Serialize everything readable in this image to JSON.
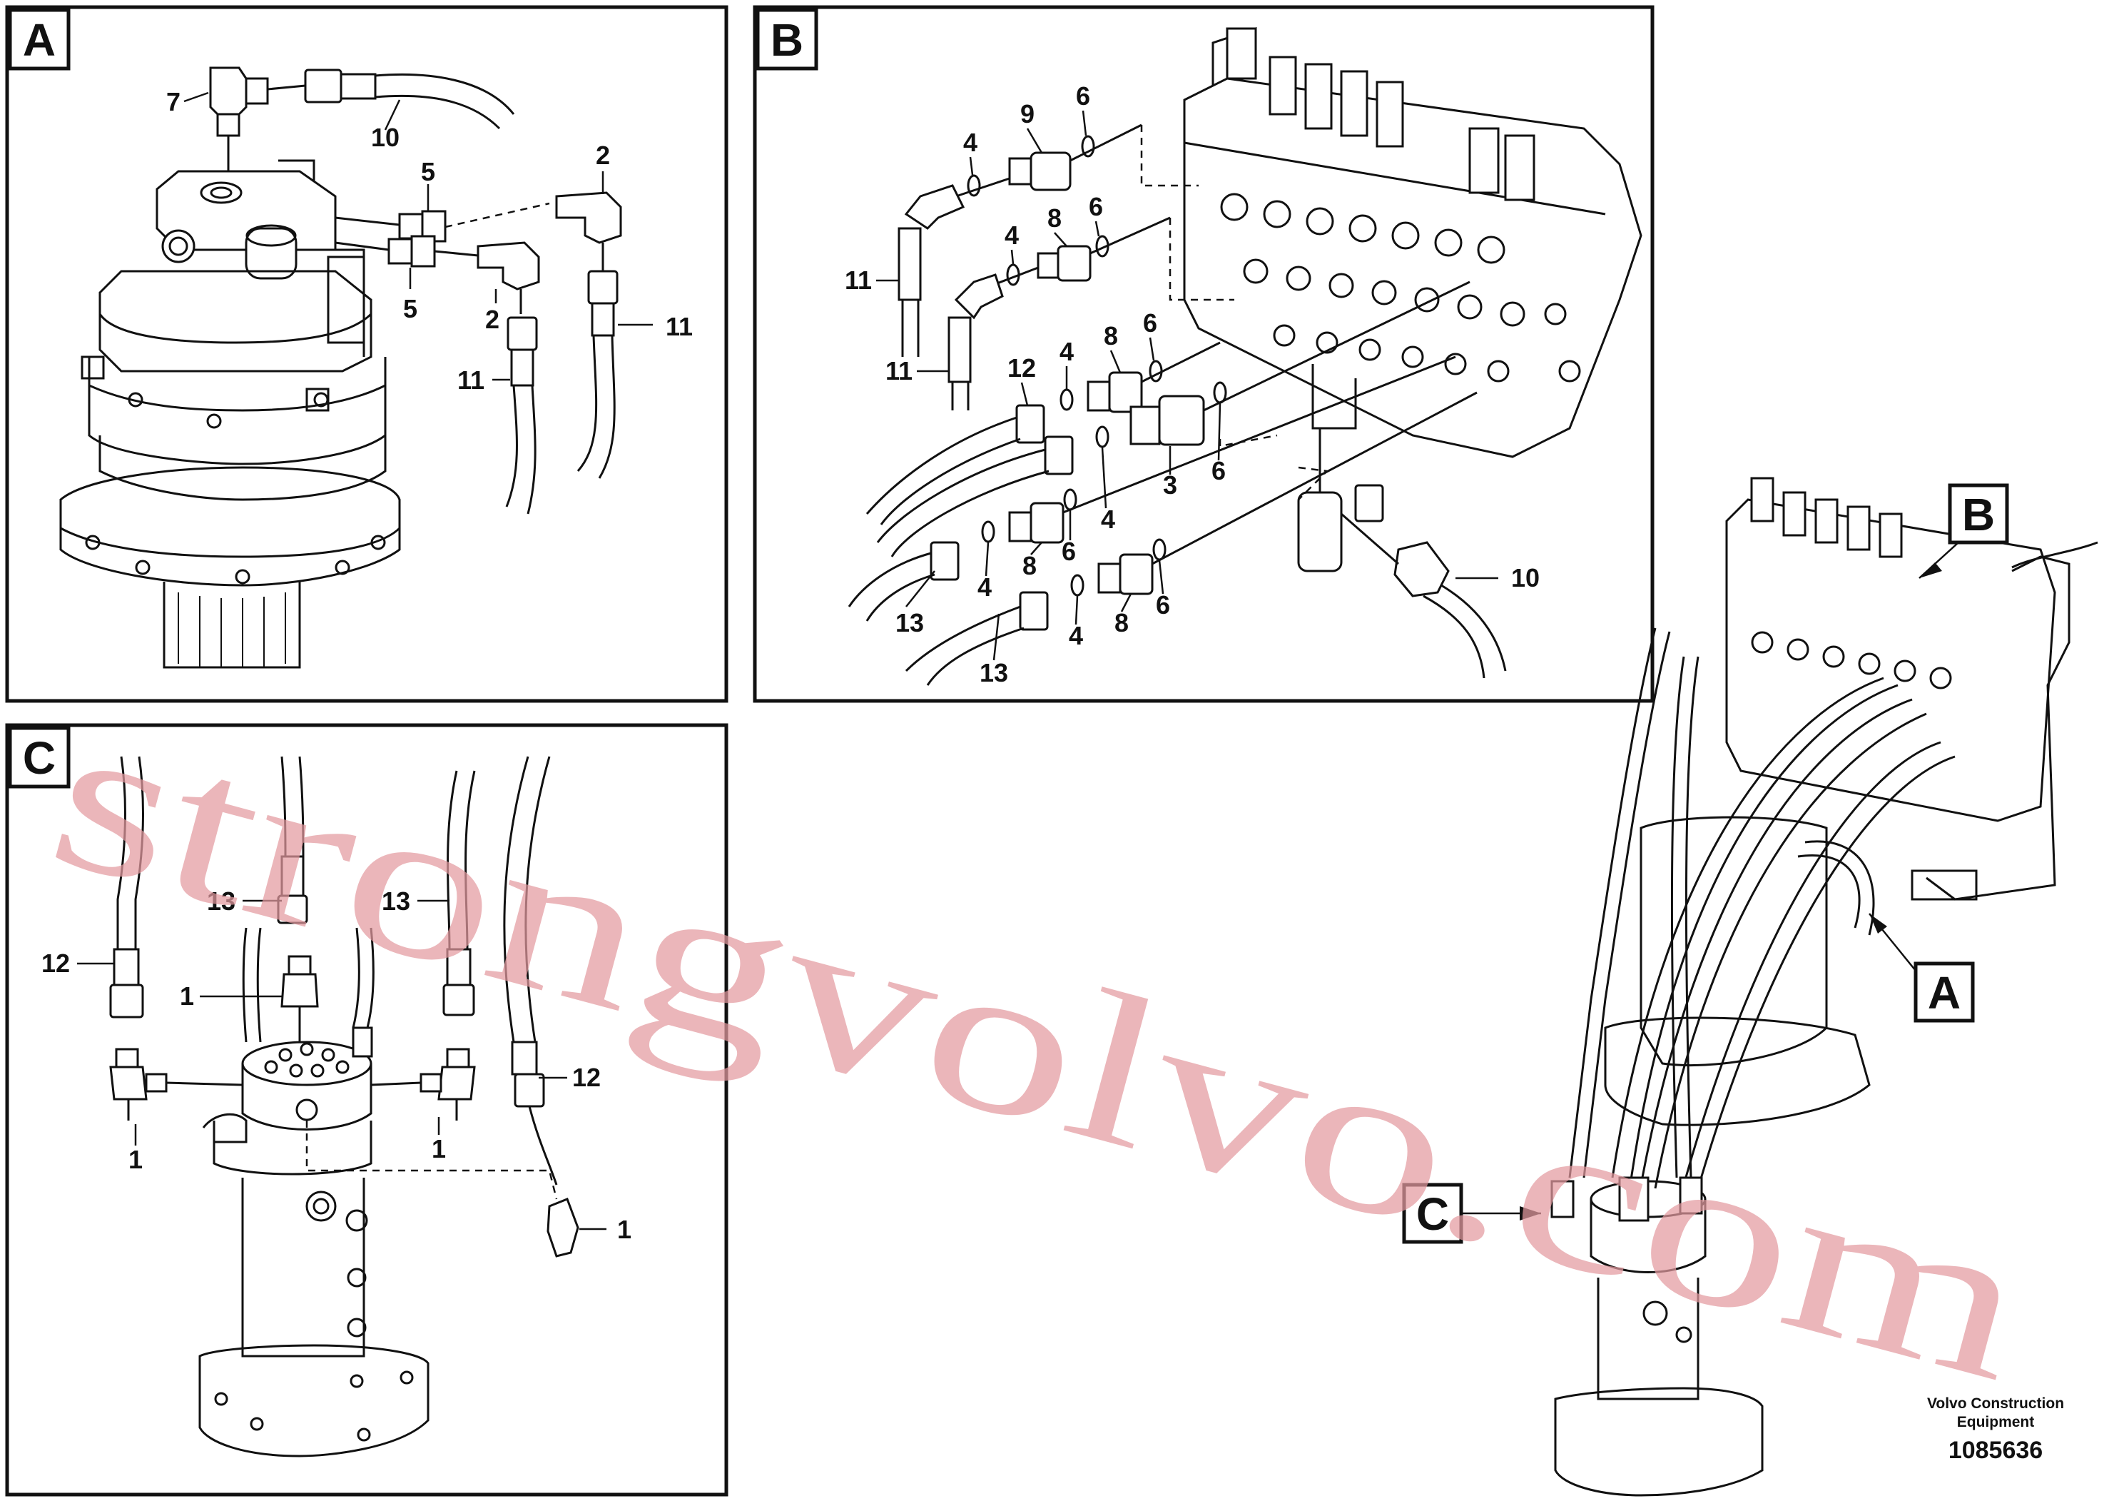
{
  "panels": {
    "A": {
      "letter": "A"
    },
    "B": {
      "letter": "B"
    },
    "C": {
      "letter": "C"
    }
  },
  "callouts": {
    "B": "B",
    "A": "A",
    "C": "C"
  },
  "labels": {
    "a7": "7",
    "a10": "10",
    "a5a": "5",
    "a5b": "5",
    "a2a": "2",
    "a2b": "2",
    "a11a": "11",
    "a11b": "11",
    "b4a": "4",
    "b9": "9",
    "b6a": "6",
    "b4b": "4",
    "b8a": "8",
    "b6b": "6",
    "b11a": "11",
    "b11b": "11",
    "b12": "12",
    "b4c": "4",
    "b8b": "8",
    "b6c": "6",
    "b3": "3",
    "b6d": "6",
    "b4d": "4",
    "b4e": "4",
    "b8c": "8",
    "b6e": "6",
    "b13a": "13",
    "b4f": "4",
    "b8d": "8",
    "b6f": "6",
    "b13b": "13",
    "b10": "10",
    "c13a": "13",
    "c13b": "13",
    "c12a": "12",
    "c1a": "1",
    "c12b": "12",
    "c1b": "1",
    "c1c": "1",
    "c1d": "1"
  },
  "footer": {
    "company": "Volvo Construction",
    "company2": "Equipment",
    "number": "1085636"
  },
  "watermark": "strongvolvo.com"
}
